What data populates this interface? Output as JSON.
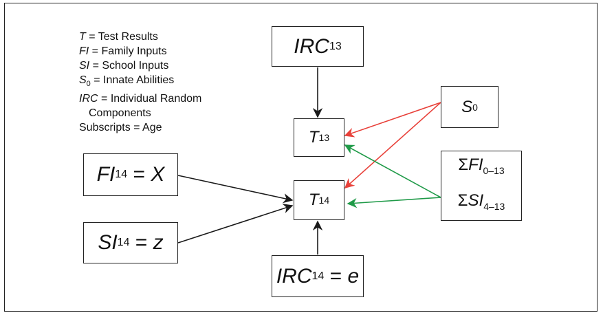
{
  "legend": [
    {
      "sym": "T",
      "sub": "",
      "def": "Test Results"
    },
    {
      "sym": "FI",
      "sub": "",
      "def": "Family Inputs"
    },
    {
      "sym": "SI",
      "sub": "",
      "def": "School Inputs"
    },
    {
      "sym": "S",
      "sub": "0",
      "def": "Innate Abilities"
    },
    {
      "sym": "IRC",
      "sub": "",
      "def": "Individual Random"
    }
  ],
  "legend_cont": "Components",
  "legend_last": "Subscripts = Age",
  "legend_eq": "=",
  "nodes": {
    "irc13": {
      "var": "IRC",
      "sub": "13"
    },
    "s0": {
      "var": "S",
      "sub": "0"
    },
    "t13": {
      "var": "T",
      "sub": "13"
    },
    "t14": {
      "var": "T",
      "sub": "14"
    },
    "fi14": {
      "var": "FI",
      "sub": "14",
      "eq": " = ",
      "rhs": "X"
    },
    "si14": {
      "var": "SI",
      "sub": "14",
      "eq": " = ",
      "rhs": "z"
    },
    "irc14": {
      "var": "IRC",
      "sub": "14",
      "eq": " = ",
      "rhs": "e"
    },
    "sum_fi": {
      "sigma": "Σ",
      "var": "FI",
      "sub": "0–13"
    },
    "sum_si": {
      "sigma": "Σ",
      "var": "SI",
      "sub": "4–13"
    }
  },
  "colors": {
    "black": "#1a1a1a",
    "red": "#e8413a",
    "green": "#1f9a48"
  }
}
